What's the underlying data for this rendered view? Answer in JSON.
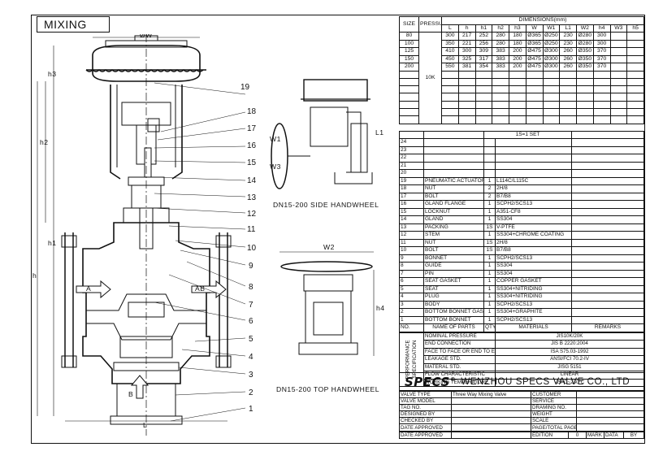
{
  "page_title": "MIXING",
  "dimensions": {
    "header": "DIMENSIONS(mm)",
    "size_label": "SIZE",
    "pressure_label": "PRESSURE",
    "pressure_value": "10K",
    "cols": [
      "L",
      "h",
      "h1",
      "h2",
      "h3",
      "W",
      "W1",
      "L1",
      "W2",
      "h4",
      "W3",
      "h5"
    ],
    "rows": [
      [
        "80",
        "300",
        "217",
        "252",
        "280",
        "180",
        "Ø365",
        "Ø250",
        "230",
        "Ø280",
        "300",
        "",
        ""
      ],
      [
        "100",
        "350",
        "221",
        "256",
        "280",
        "180",
        "Ø365",
        "Ø250",
        "230",
        "Ø280",
        "300",
        "",
        ""
      ],
      [
        "125",
        "410",
        "300",
        "309",
        "383",
        "200",
        "Ø475",
        "Ø300",
        "260",
        "Ø350",
        "370",
        "",
        ""
      ],
      [
        "150",
        "450",
        "325",
        "317",
        "383",
        "200",
        "Ø475",
        "Ø300",
        "260",
        "Ø350",
        "370",
        "",
        ""
      ],
      [
        "200",
        "550",
        "381",
        "354",
        "383",
        "200",
        "Ø475",
        "Ø300",
        "260",
        "Ø350",
        "370",
        "",
        ""
      ]
    ]
  },
  "parts": {
    "set_label": "1S=1 SET",
    "header": {
      "no": "NO.",
      "name": "NAME OF PARTS",
      "qty": "QTY",
      "material": "MATERIALS",
      "remarks": "REMARKS"
    },
    "rows": [
      [
        "24",
        "",
        "",
        ""
      ],
      [
        "23",
        "",
        "",
        ""
      ],
      [
        "22",
        "",
        "",
        ""
      ],
      [
        "21",
        "",
        "",
        ""
      ],
      [
        "20",
        "",
        "",
        ""
      ],
      [
        "19",
        "PNEUMATIC ACTUATOR",
        "1",
        "L114C/L115C"
      ],
      [
        "18",
        "NUT",
        "2",
        "2H/8"
      ],
      [
        "17",
        "BOLT",
        "2",
        "B7/B8"
      ],
      [
        "16",
        "GLAND FLANGE",
        "1",
        "SCPH2/SCS13"
      ],
      [
        "15",
        "LOCKNUT",
        "1",
        "A351-CF8"
      ],
      [
        "14",
        "GLAND",
        "1",
        "SS304"
      ],
      [
        "13",
        "PACKING",
        "1S",
        "V-PTFE"
      ],
      [
        "12",
        "STEM",
        "1",
        "SS304+CHROME COATING"
      ],
      [
        "11",
        "NUT",
        "1S",
        "2H/8"
      ],
      [
        "10",
        "BOLT",
        "1S",
        "B7/B8"
      ],
      [
        "9",
        "BONNET",
        "1",
        "SCPH2/SCS13"
      ],
      [
        "8",
        "GUIDE",
        "1",
        "SS304"
      ],
      [
        "7",
        "PIN",
        "1",
        "SS304"
      ],
      [
        "6",
        "SEAT GASKET",
        "1",
        "COPPER GASKET"
      ],
      [
        "5",
        "SEAT",
        "1",
        "SS304+NITRIDING"
      ],
      [
        "4",
        "PLUG",
        "1",
        "SS304+NITRIDING"
      ],
      [
        "3",
        "BODY",
        "1",
        "SCPH2/SCS13"
      ],
      [
        "2",
        "BOTTOM BONNET GASKET",
        "1",
        "SS304+GRAPHITE"
      ],
      [
        "1",
        "BOTTOM BONNET",
        "1",
        "SCPH2/SCS13"
      ]
    ]
  },
  "spec": {
    "side_label": "PERFORMANCE SPECIFICATION",
    "rows": [
      [
        "NOMINAL PRESSURE",
        "JIS10K/20K"
      ],
      [
        "END CONNECTION",
        "JIS B 2220:2004"
      ],
      [
        "FACE TO FACE OR END TO END",
        "ISA S75.03-1992"
      ],
      [
        "LEAKAGE STD.",
        "ANSI/FCI 70.2-IV"
      ],
      [
        "MATERAL STD.",
        "JISG 5151"
      ],
      [
        "FLOW CHARACTERISTIC",
        "LINEAR"
      ],
      [
        "WORKING TEMPERATURE",
        "-29°C~230°C"
      ]
    ]
  },
  "company": {
    "logo": "SPECS",
    "logo_mark": "®",
    "name": "WENZHOU SPECS VALVE CO., LTD"
  },
  "title_block": {
    "rows": [
      [
        "VALVE TYPE",
        "Three Way Mixing Valve",
        "CUSTOMER",
        ""
      ],
      [
        "VALVE MODEL",
        "",
        "SERVICE",
        ""
      ],
      [
        "TAG NO.",
        "",
        "DRAMING NO.",
        ""
      ],
      [
        "DESIGNED BY",
        "",
        "WEIGHT",
        ""
      ],
      [
        "CHECKED BY",
        "",
        "SCALE",
        ""
      ],
      [
        "DATE APPROVED",
        "",
        "PAGE/TOTAL PAGE",
        ""
      ]
    ],
    "last_row": {
      "label": "DATE APPROVED",
      "edition": "EDITION",
      "edition_no": "0",
      "mark": "MARK",
      "data": "DATA",
      "by": "BY"
    }
  },
  "drawing": {
    "side_caption": "DN15-200 SIDE HANDWHEEL",
    "top_caption": "DN15-200 TOP HANDWHEEL",
    "flow_a": "A",
    "flow_ab": "AB",
    "flow_b": "B",
    "dim_labels": {
      "w_top": "ØW",
      "h3": "h3",
      "h2": "h2",
      "h1": "h1",
      "h": "h",
      "L": "L",
      "w1": "W1",
      "L1": "L1",
      "w2": "W2",
      "h4": "h4",
      "w3": "W3"
    },
    "callouts": [
      "19",
      "18",
      "17",
      "16",
      "15",
      "14",
      "13",
      "12",
      "11",
      "10",
      "9",
      "8",
      "7",
      "6",
      "5",
      "4",
      "3",
      "2",
      "1"
    ]
  }
}
